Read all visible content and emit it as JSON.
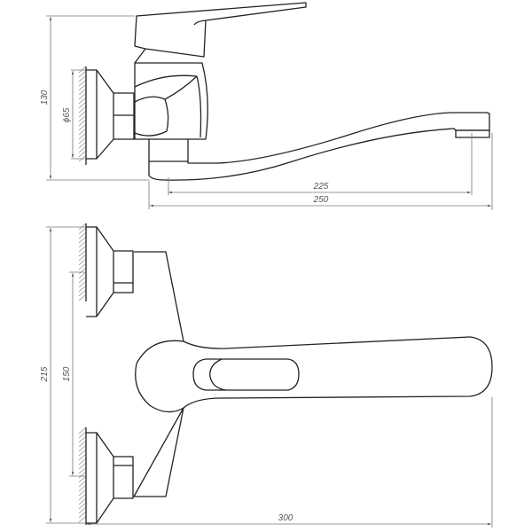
{
  "side_view": {
    "dimensions": {
      "height": "130",
      "flange_diameter": "ϕ65",
      "reach_outlet": "225",
      "overall_length": "250"
    }
  },
  "front_view": {
    "dimensions": {
      "overall_height": "215",
      "center_distance": "150",
      "handle_length": "300"
    }
  },
  "colors": {
    "outline": "#222222",
    "dimension": "#777777"
  }
}
